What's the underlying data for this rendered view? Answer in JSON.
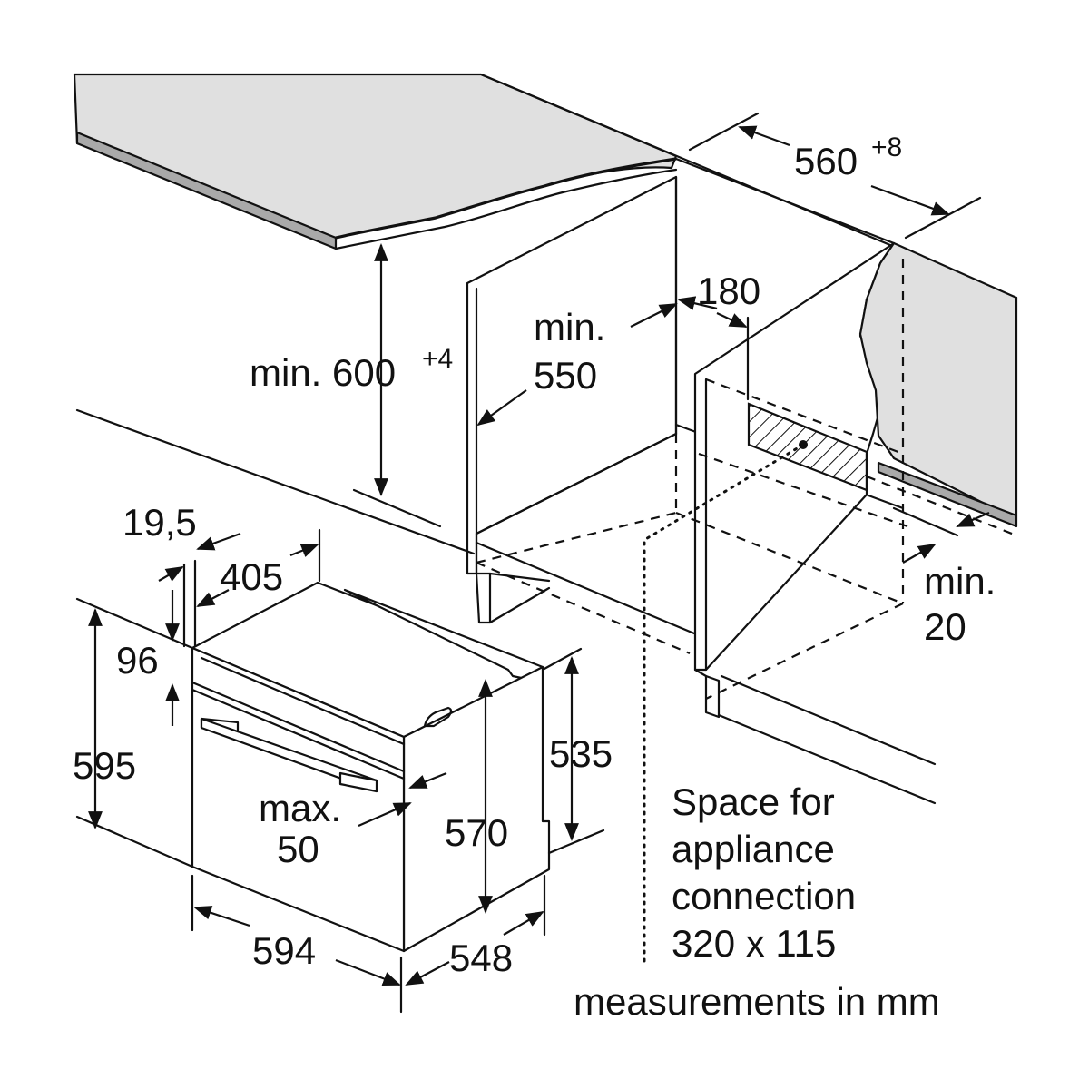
{
  "dimensions": {
    "niche_width": "560",
    "niche_width_tol": "+8",
    "min_height_label": "min. 600",
    "min_height_tol": "+4",
    "min_depth_line1": "min.",
    "min_depth_line2": "550",
    "back_gap": "180",
    "side_gap_line1": "min.",
    "side_gap_line2": "20",
    "front_frame_offset": "19,5",
    "hinge_depth": "405",
    "top_strip": "96",
    "oven_height": "595",
    "handle_line1": "max.",
    "handle_line2": "50",
    "body_height_inner": "570",
    "body_height_rear": "535",
    "oven_width": "594",
    "oven_depth": "548"
  },
  "notes": {
    "connection_line1": "Space for",
    "connection_line2": "appliance",
    "connection_line3": "connection",
    "connection_line4": "320 x 115",
    "units": "measurements in mm"
  }
}
